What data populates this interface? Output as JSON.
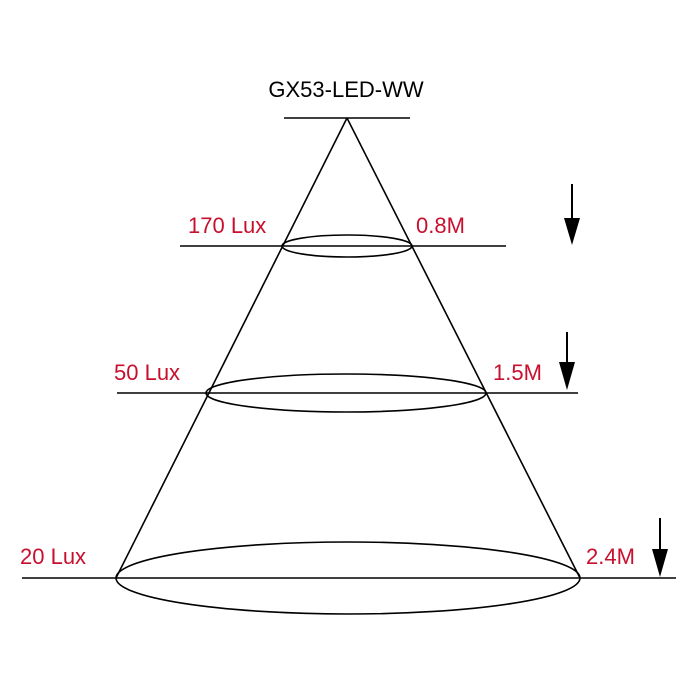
{
  "title": "GX53-LED-WW",
  "levels": [
    {
      "lux": "170 Lux",
      "distance": "0.8M"
    },
    {
      "lux": "50 Lux",
      "distance": "1.5M"
    },
    {
      "lux": "20 Lux",
      "distance": "2.4M"
    }
  ],
  "colors": {
    "label": "#c8102e",
    "line": "#000000",
    "background": "#ffffff"
  },
  "icons": [
    "down-arrow-icon"
  ]
}
